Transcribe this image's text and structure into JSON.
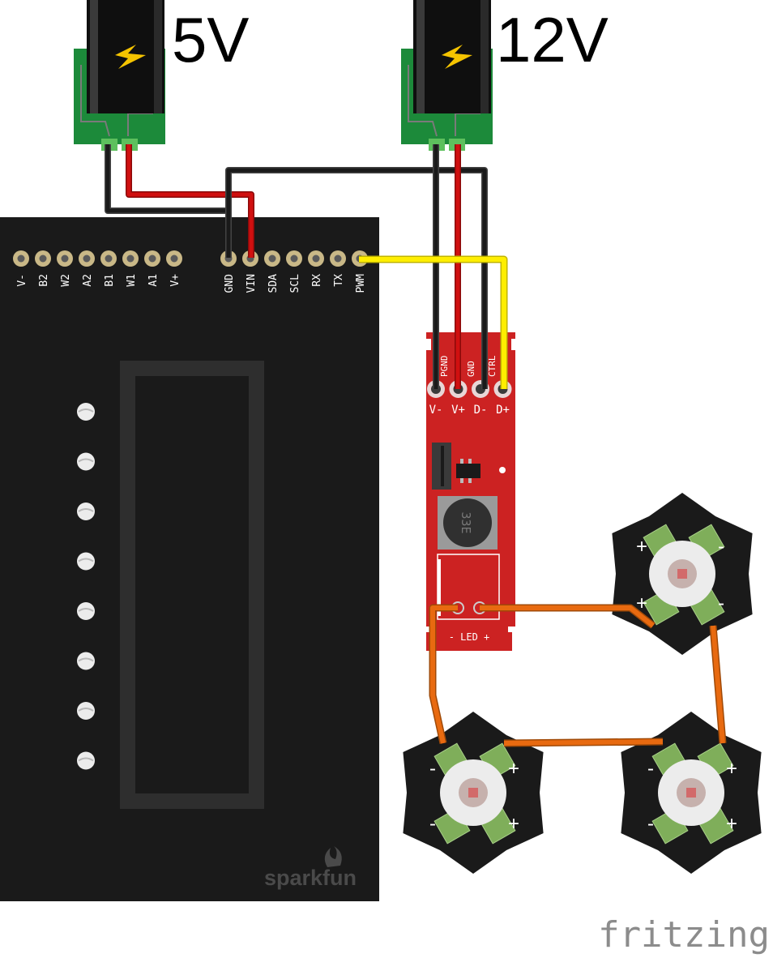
{
  "power": {
    "jack_5v_label": "5V",
    "jack_12v_label": "12V"
  },
  "board": {
    "left_header_pins": [
      "V-",
      "B2",
      "W2",
      "A2",
      "B1",
      "W1",
      "A1",
      "V+"
    ],
    "right_header_pins": [
      "GND",
      "VIN",
      "SDA",
      "SCL",
      "RX",
      "TX",
      "PWM"
    ],
    "logo_text": "sparkfun"
  },
  "driver": {
    "top_labels": [
      "PGND",
      "GND",
      "CTRL"
    ],
    "input_pins": [
      "V-",
      "V+",
      "D-",
      "D+"
    ],
    "inductor_code": "33E",
    "output_label": "- LED +"
  },
  "leds": {
    "plus_sign": "+",
    "minus_sign": "-"
  },
  "watermark": "fritzing",
  "colors": {
    "board": "#1a1a1a",
    "driver_pcb": "#cc2222",
    "jack_pcb": "#1c8a3a",
    "wire_black": "#1a1a1a",
    "wire_red": "#d01010",
    "wire_yellow": "#ffee00",
    "wire_orange": "#e86a10",
    "led_pad": "#7fae5a"
  }
}
